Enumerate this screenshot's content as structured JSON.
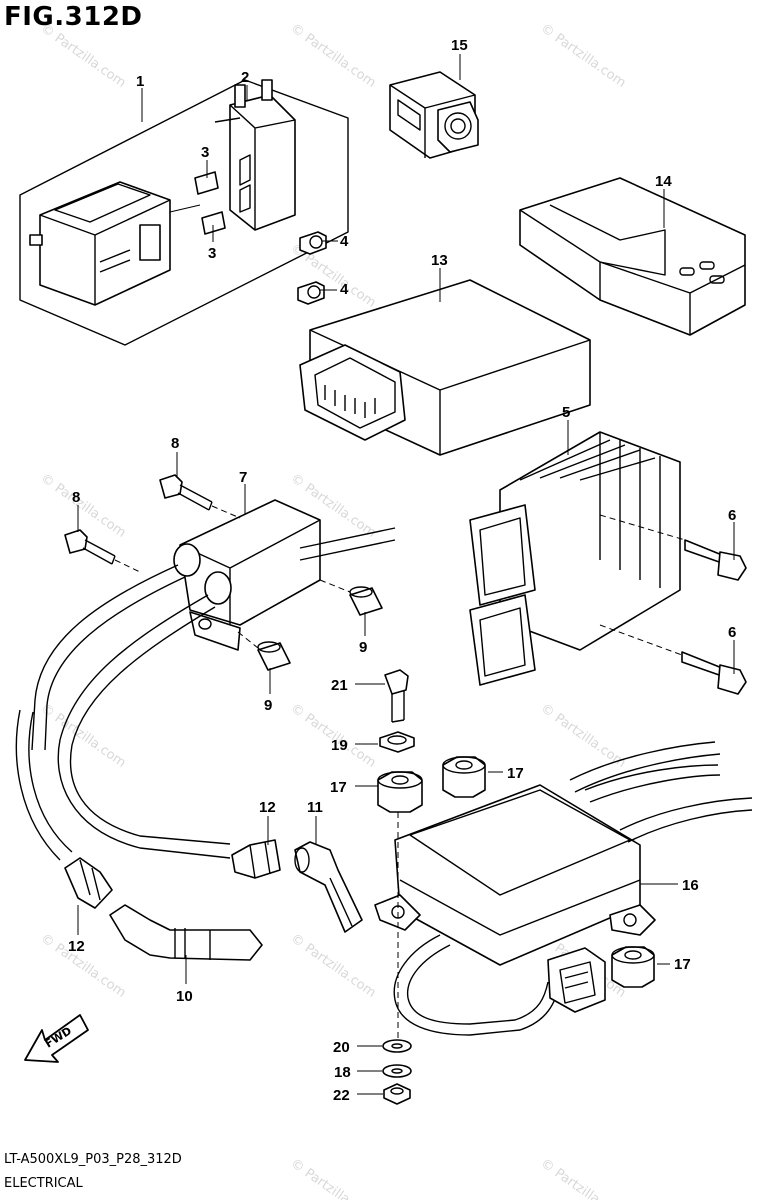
{
  "figure": {
    "title": "FIG.312D",
    "code": "LT-A500XL9_P03_P28_312D",
    "category": "ELECTRICAL"
  },
  "watermark": "© Partzilla.com",
  "fwd_arrow": {
    "label": "FWD"
  },
  "callouts": [
    {
      "id": "c1",
      "label": "1"
    },
    {
      "id": "c2",
      "label": "2"
    },
    {
      "id": "c3a",
      "label": "3"
    },
    {
      "id": "c3b",
      "label": "3"
    },
    {
      "id": "c4a",
      "label": "4"
    },
    {
      "id": "c4b",
      "label": "4"
    },
    {
      "id": "c5",
      "label": "5"
    },
    {
      "id": "c6a",
      "label": "6"
    },
    {
      "id": "c6b",
      "label": "6"
    },
    {
      "id": "c7",
      "label": "7"
    },
    {
      "id": "c8a",
      "label": "8"
    },
    {
      "id": "c8b",
      "label": "8"
    },
    {
      "id": "c9a",
      "label": "9"
    },
    {
      "id": "c9b",
      "label": "9"
    },
    {
      "id": "c10",
      "label": "10"
    },
    {
      "id": "c11",
      "label": "11"
    },
    {
      "id": "c12a",
      "label": "12"
    },
    {
      "id": "c12b",
      "label": "12"
    },
    {
      "id": "c13",
      "label": "13"
    },
    {
      "id": "c14",
      "label": "14"
    },
    {
      "id": "c15",
      "label": "15"
    },
    {
      "id": "c16",
      "label": "16"
    },
    {
      "id": "c17a",
      "label": "17"
    },
    {
      "id": "c17b",
      "label": "17"
    },
    {
      "id": "c17c",
      "label": "17"
    },
    {
      "id": "c18",
      "label": "18"
    },
    {
      "id": "c19",
      "label": "19"
    },
    {
      "id": "c20",
      "label": "20"
    },
    {
      "id": "c21",
      "label": "21"
    },
    {
      "id": "c22",
      "label": "22"
    }
  ]
}
